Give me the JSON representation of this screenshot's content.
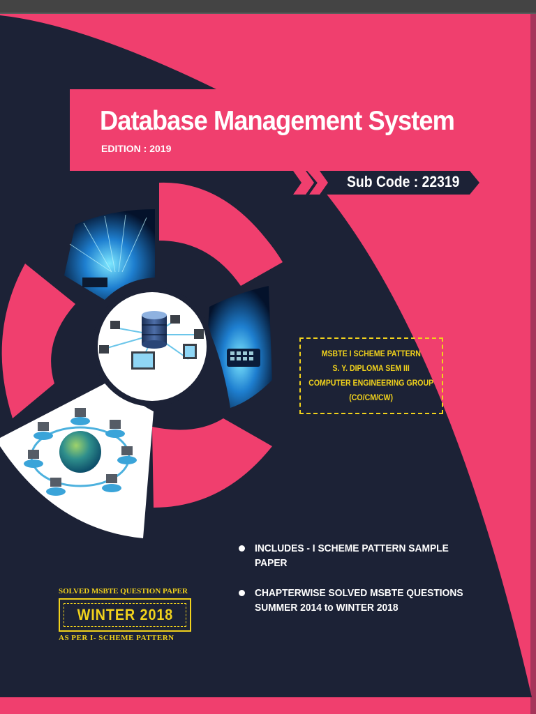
{
  "cover": {
    "title": "Database Management System",
    "edition": "EDITION : 2019",
    "sub_code": "Sub Code : 22319",
    "pattern_box": {
      "lines": [
        "MSBTE I SCHEME PATTERN",
        "S. Y. DIPLOMA SEM III",
        "COMPUTER ENGINEERING GROUP",
        "(CO/CM/CW)"
      ]
    },
    "bullets": [
      {
        "lines": [
          "INCLUDES - I SCHEME PATTERN SAMPLE",
          "PAPER"
        ]
      },
      {
        "lines": [
          "CHAPTERWISE SOLVED MSBTE QUESTIONS",
          "SUMMER 2014  to WINTER 2018"
        ]
      }
    ],
    "badge": {
      "top": "SOLVED MSBTE QUESTION PAPER",
      "main": "WINTER 2018",
      "bottom": "AS PER I- SCHEME PATTERN"
    }
  },
  "colors": {
    "pink": "#f03f6e",
    "navy": "#1c2236",
    "yellow": "#f1d21c",
    "toolbar": "#444444"
  },
  "icons": [
    "database-server-icon",
    "globe-network-icon",
    "laptop-icon",
    "data-stream-image",
    "keyboard-code-image"
  ]
}
